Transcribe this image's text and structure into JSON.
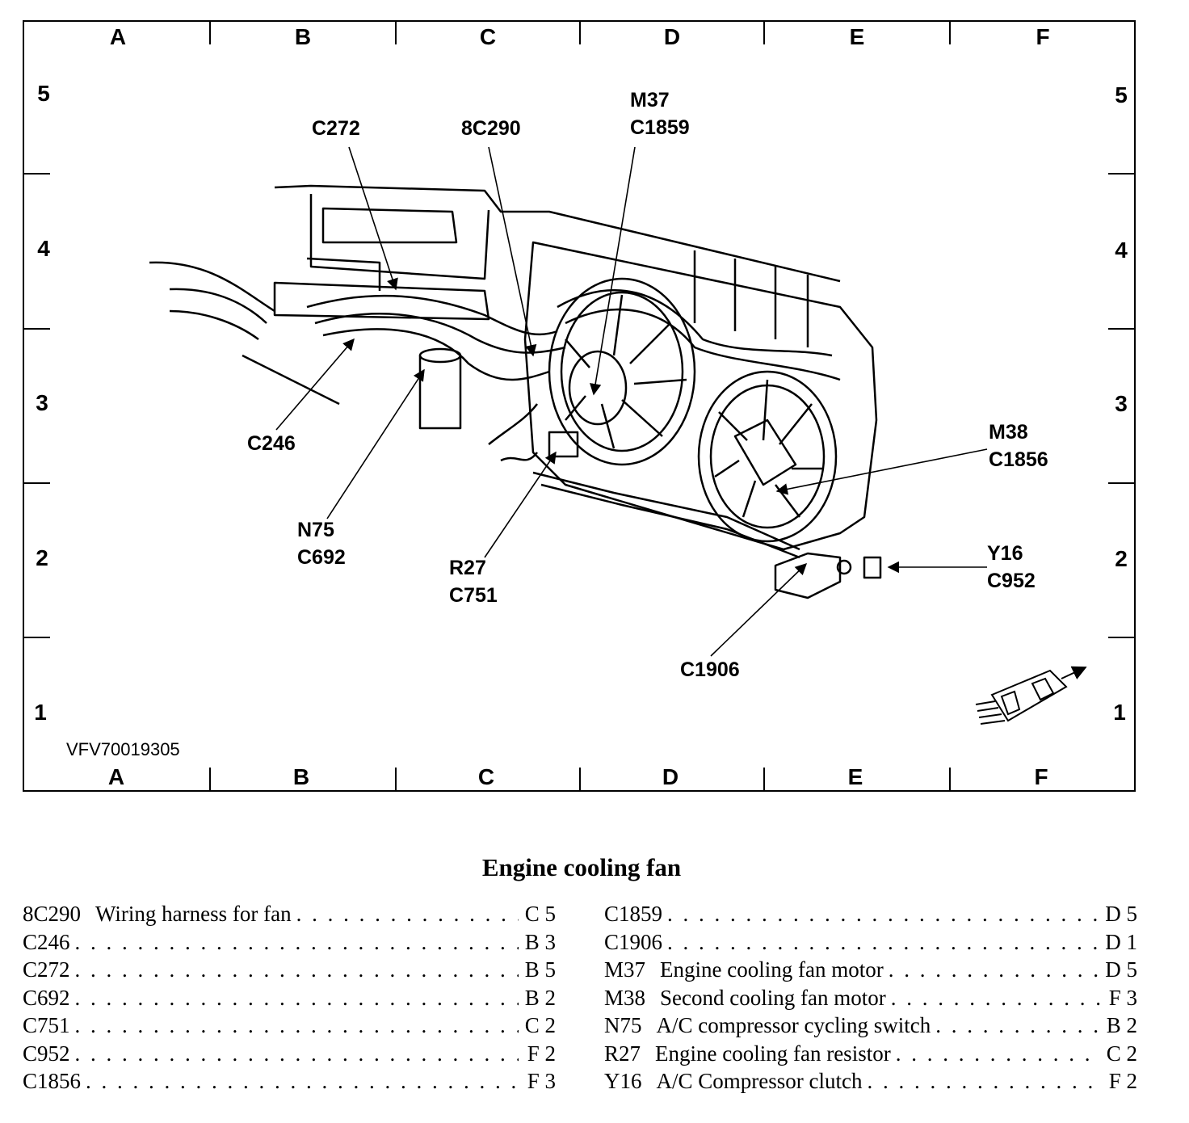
{
  "figure": {
    "id": "VFV70019305",
    "title": "Engine cooling fan"
  },
  "grid": {
    "columns": [
      "A",
      "B",
      "C",
      "D",
      "E",
      "F"
    ],
    "rows": [
      "5",
      "4",
      "3",
      "2",
      "1"
    ]
  },
  "callouts": [
    {
      "lines": [
        "C272"
      ]
    },
    {
      "lines": [
        "8C290"
      ]
    },
    {
      "lines": [
        "M37",
        "C1859"
      ]
    },
    {
      "lines": [
        "C246"
      ]
    },
    {
      "lines": [
        "N75",
        "C692"
      ]
    },
    {
      "lines": [
        "R27",
        "C751"
      ]
    },
    {
      "lines": [
        "M38",
        "C1856"
      ]
    },
    {
      "lines": [
        "Y16",
        "C952"
      ]
    },
    {
      "lines": [
        "C1906"
      ]
    }
  ],
  "legend": {
    "left": [
      {
        "code": "8C290",
        "description": "Wiring harness for fan",
        "location": "C 5"
      },
      {
        "code": "C246",
        "description": "",
        "location": "B 3"
      },
      {
        "code": "C272",
        "description": "",
        "location": "B 5"
      },
      {
        "code": "C692",
        "description": "",
        "location": "B 2"
      },
      {
        "code": "C751",
        "description": "",
        "location": "C 2"
      },
      {
        "code": "C952",
        "description": "",
        "location": "F 2"
      },
      {
        "code": "C1856",
        "description": "",
        "location": "F 3"
      }
    ],
    "right": [
      {
        "code": "C1859",
        "description": "",
        "location": "D 5"
      },
      {
        "code": "C1906",
        "description": "",
        "location": "D 1"
      },
      {
        "code": "M37",
        "description": "Engine cooling fan motor",
        "location": "D 5"
      },
      {
        "code": "M38",
        "description": "Second cooling fan motor",
        "location": "F 3"
      },
      {
        "code": "N75",
        "description": "A/C compressor cycling switch",
        "location": "B 2"
      },
      {
        "code": "R27",
        "description": "Engine cooling fan resistor",
        "location": "C 2"
      },
      {
        "code": "Y16",
        "description": "A/C Compressor clutch",
        "location": "F 2"
      }
    ]
  }
}
